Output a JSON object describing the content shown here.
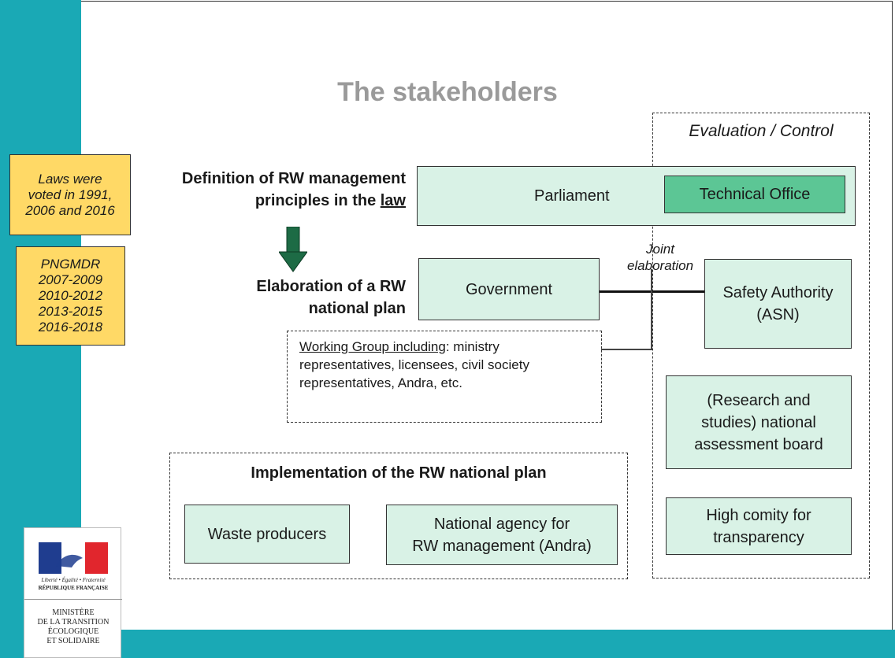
{
  "title": "The stakeholders",
  "side_notes": {
    "laws": [
      "Laws were",
      "voted in 1991,",
      "2006 and 2016"
    ],
    "pngmdr": [
      "PNGMDR",
      "2007-2009",
      "2010-2012",
      "2013-2015",
      "2016-2018"
    ]
  },
  "left_labels": {
    "definition_line1": "Definition of RW management",
    "definition_line2_prefix": "principles in the ",
    "definition_line2_underlined": "law",
    "elaboration_line1": "Elaboration of a RW",
    "elaboration_line2": "national plan"
  },
  "evaluation_header": "Evaluation / Control",
  "boxes": {
    "parliament": "Parliament",
    "technical_office": "Technical Office",
    "government": "Government",
    "joint_line1": "Joint",
    "joint_line2": "elaboration",
    "safety_line1": "Safety Authority",
    "safety_line2": "(ASN)",
    "research_line1": "(Research and",
    "research_line2": "studies) national",
    "research_line3": "assessment board",
    "high_line1": "High comity for",
    "high_line2": "transparency"
  },
  "working_group": {
    "underlined": "Working Group including",
    "rest1": ": ministry",
    "line2": "representatives, licensees, civil society",
    "line3": "representatives, Andra, etc."
  },
  "implementation": {
    "title": "Implementation of the RW national plan",
    "waste": "Waste producers",
    "andra_line1": "National agency for",
    "andra_line2": "RW management (Andra)"
  },
  "logo": {
    "motto": "Liberté • Égalité • Fraternité",
    "republic": "RÉPUBLIQUE FRANÇAISE",
    "ministry": [
      "MINISTÈRE",
      "DE LA TRANSITION",
      "ÉCOLOGIQUE",
      "ET SOLIDAIRE"
    ]
  },
  "colors": {
    "teal": "#1aa9b5",
    "yellow": "#ffd966",
    "light_green": "#d9f2e6",
    "mid_green": "#5cc695",
    "arrow_green": "#1d6b45"
  }
}
